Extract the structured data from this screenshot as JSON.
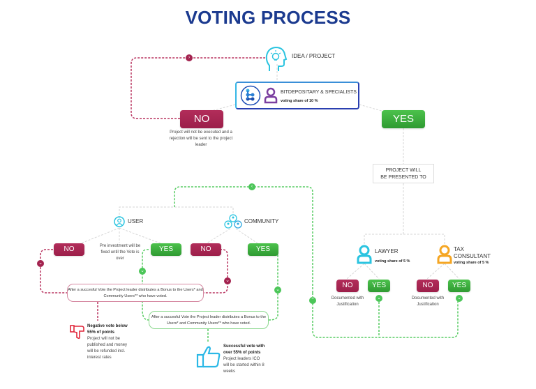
{
  "title": "VOTING PROCESS",
  "colors": {
    "title": "#1b3a8f",
    "no": "#a3234f",
    "yes": "#3aa83c",
    "idea_icon": "#2bc4e0",
    "person_purple": "#7b3fa0",
    "lawyer_icon": "#2bc4e0",
    "tax_icon": "#f5a623"
  },
  "idea": {
    "label": "IDEA / PROJECT",
    "icon": "head-lightbulb-icon"
  },
  "bitdepositary": {
    "label": "BITDEPOSITARY & SPECIALISTS",
    "share": "voting share of 10 %",
    "icons": [
      "bitdepositary-logo-icon",
      "person-icon"
    ]
  },
  "first_decision": {
    "no_label": "NO",
    "no_note": "Project will not be executed and a rejection will be sent to the project leader",
    "yes_label": "YES"
  },
  "presented_to": {
    "line1": "PROJECT WILL",
    "line2": "BE PRESENTED TO"
  },
  "user": {
    "label": "USER",
    "no_label": "NO",
    "yes_label": "YES",
    "middle_note": "Pre investment will be fixed until the Vote is over"
  },
  "community": {
    "label": "COMMUNITY",
    "no_label": "NO",
    "yes_label": "YES"
  },
  "bonus_box_pink": "After a succesful Vote the Project leader distributes a Bonus to the Users* and Community Users** who have voted.",
  "bonus_box_green": "After a succesful Vote the Project leader distributes a Bonus to the Users* and Community Users** who have voted.",
  "negative_outcome": {
    "heading": "Negative vote below 55% of points",
    "text": "Project will not be published and money will be refunded incl. interest rates",
    "icon": "thumbs-down-icon"
  },
  "positive_outcome": {
    "heading": "Successful vote with over 55% of points",
    "text": "Project leaders ICO will be started within 8 weeks",
    "icon": "thumbs-up-icon"
  },
  "lawyer": {
    "label": "LAWYER",
    "share": "voting share of 5 %",
    "no_label": "NO",
    "yes_label": "YES",
    "note": "Documented with Justification"
  },
  "tax_consultant": {
    "label_line1": "TAX",
    "label_line2": "CONSULTANT",
    "share": "voting share of 5 %",
    "no_label": "NO",
    "yes_label": "YES",
    "note": "Documented with Justification"
  }
}
